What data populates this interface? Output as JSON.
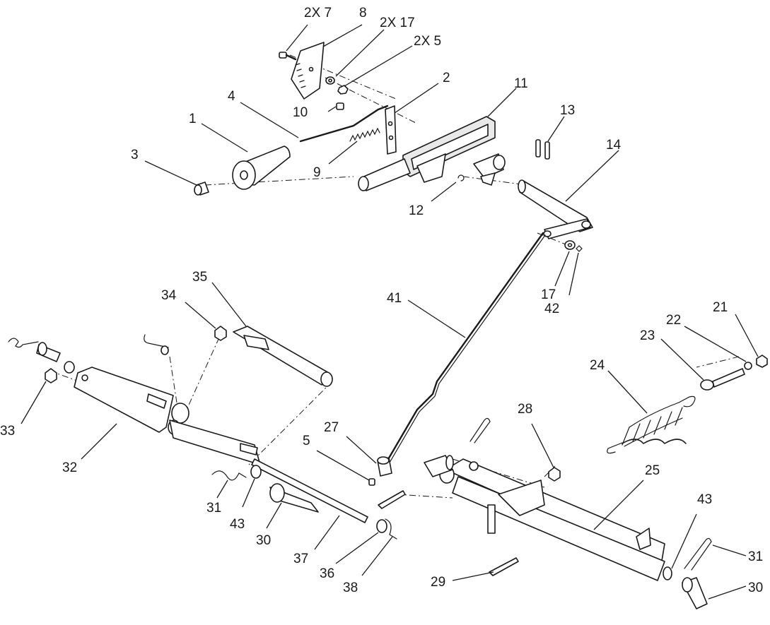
{
  "colors": {
    "ink": "#1a1a1a",
    "background": "#ffffff",
    "shade": "#e9e9e9"
  },
  "callouts": {
    "c_2x7": "2X 7",
    "c_8": "8",
    "c_2x17": "2X 17",
    "c_2x5": "2X 5",
    "c_2": "2",
    "c_11": "11",
    "c_4": "4",
    "c_1": "1",
    "c_10": "10",
    "c_13": "13",
    "c_14": "14",
    "c_3": "3",
    "c_9": "9",
    "c_12": "12",
    "c_17": "17",
    "c_42": "42",
    "c_41": "41",
    "c_35": "35",
    "c_34": "34",
    "c_21": "21",
    "c_22": "22",
    "c_23": "23",
    "c_24": "24",
    "c_33": "33",
    "c_32": "32",
    "c_27": "27",
    "c_5": "5",
    "c_28": "28",
    "c_25": "25",
    "c_31a": "31",
    "c_43a": "43",
    "c_30a": "30",
    "c_37": "37",
    "c_36": "36",
    "c_38": "38",
    "c_29": "29",
    "c_43b": "43",
    "c_31b": "31",
    "c_30b": "30"
  }
}
